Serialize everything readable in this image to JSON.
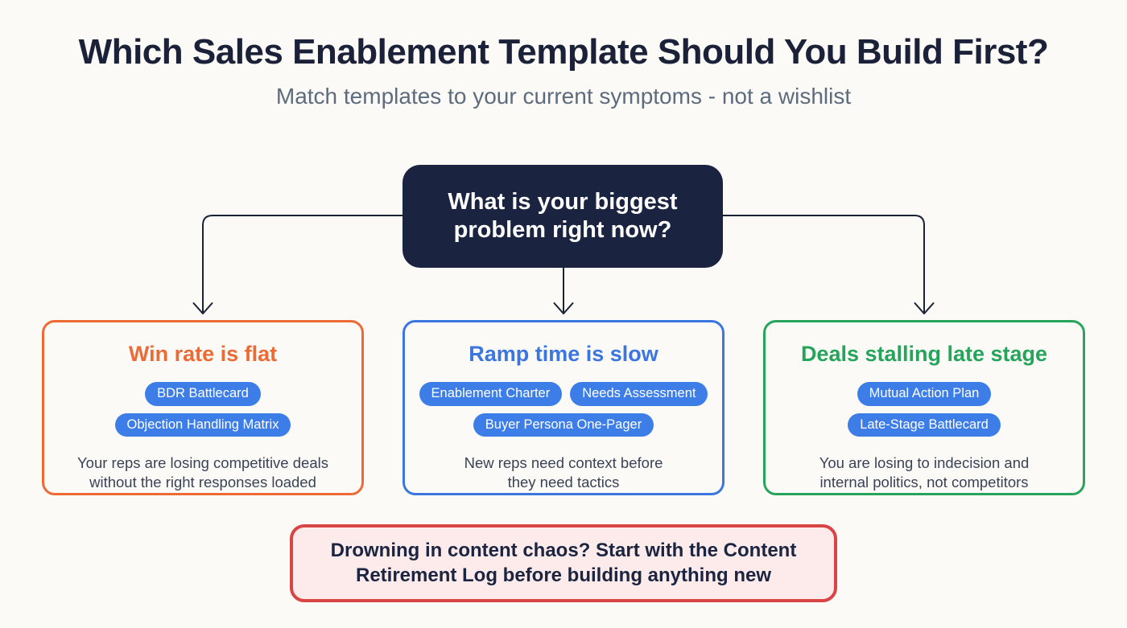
{
  "header": {
    "title": "Which Sales Enablement Template Should You Build First?",
    "subtitle": "Match templates to your current symptoms - not a wishlist"
  },
  "decision_root": {
    "question": "What is your biggest problem right now?"
  },
  "branches": [
    {
      "heading": "Win rate is flat",
      "accent_color": "#ed6a35",
      "templates": [
        "BDR Battlecard",
        "Objection Handling Matrix"
      ],
      "description": "Your reps are losing competitive deals without the right responses loaded"
    },
    {
      "heading": "Ramp time is slow",
      "accent_color": "#3b76e0",
      "templates": [
        "Enablement Charter",
        "Needs Assessment",
        "Buyer Persona One-Pager"
      ],
      "description": "New reps need context before they need tactics"
    },
    {
      "heading": "Deals stalling late stage",
      "accent_color": "#27a45c",
      "templates": [
        "Mutual Action Plan",
        "Late-Stage Battlecard"
      ],
      "description": "You are losing to indecision and internal politics, not competitors"
    }
  ],
  "callout": {
    "text": "Drowning in content chaos? Start with the Content Retirement Log before building anything new"
  },
  "colors": {
    "background": "#fbfaf7",
    "title_text": "#1a2138",
    "subtitle_text": "#5d6b7e",
    "root_box_bg": "#1a2440",
    "root_box_text": "#ffffff",
    "pill_bg": "#3d7de8",
    "pill_text": "#ffffff",
    "body_text": "#3a4356",
    "connector": "#1a2336",
    "callout_bg": "#fcebea",
    "callout_border": "#d94444",
    "callout_text": "#1b2440"
  }
}
